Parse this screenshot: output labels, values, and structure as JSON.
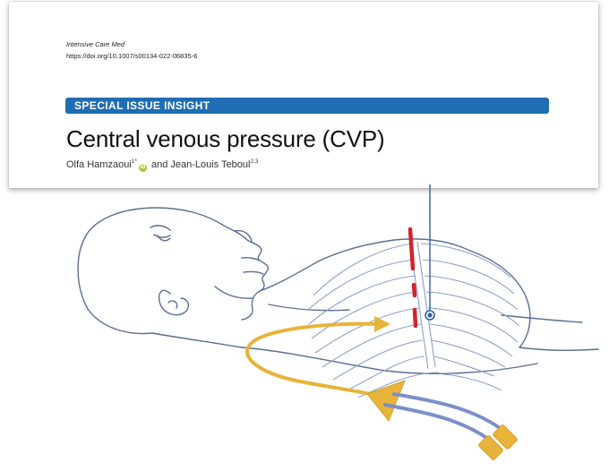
{
  "paper": {
    "journal": "Intensive Care Med",
    "doi": "https://doi.org/10.1007/s00134-022-06835-6",
    "banner": "SPECIAL ISSUE INSIGHT",
    "title": "Central venous pressure (CVP)",
    "author1": "Olfa Hamzaoui",
    "author1_sup": "1*",
    "orcid_icon": "iD",
    "author_joiner": " and Jean-Louis Teboul",
    "author2_sup": "2,3"
  },
  "colors": {
    "banner": "#1f6db3",
    "outline": "#5a6e94",
    "arrow": "#e8b33a",
    "catheter_red": "#d2232a",
    "catheter_blue": "#7b8fc9",
    "catheter_line": "#345ea0"
  }
}
